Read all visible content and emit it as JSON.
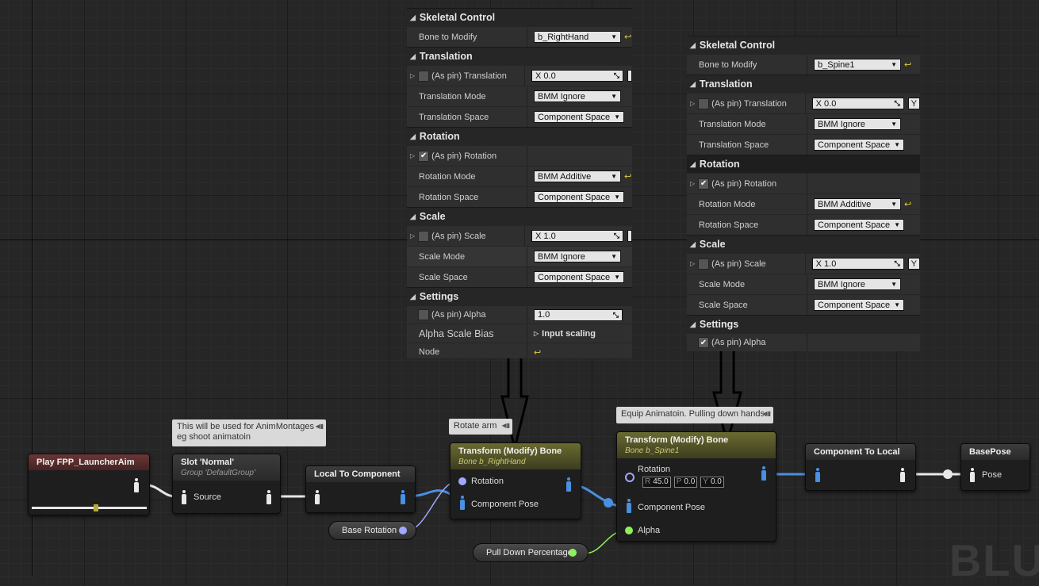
{
  "panel_left": {
    "sections": {
      "skeletal": "Skeletal Control",
      "translation": "Translation",
      "rotation": "Rotation",
      "scale": "Scale",
      "settings": "Settings"
    },
    "labels": {
      "bone_to_modify": "Bone to Modify",
      "as_pin_translation": "(As pin) Translation",
      "translation_mode": "Translation Mode",
      "translation_space": "Translation Space",
      "as_pin_rotation": "(As pin) Rotation",
      "rotation_mode": "Rotation Mode",
      "rotation_space": "Rotation Space",
      "as_pin_scale": "(As pin) Scale",
      "scale_mode": "Scale Mode",
      "scale_space": "Scale Space",
      "as_pin_alpha": "(As pin) Alpha",
      "alpha_scale_bias": "Alpha Scale Bias",
      "node": "Node"
    },
    "values": {
      "bone": "b_RightHand",
      "translation_x": "X  0.0",
      "translation_mode": "BMM Ignore",
      "translation_space": "Component Space",
      "rotation_mode": "BMM Additive",
      "rotation_space": "Component Space",
      "scale_x": "X  1.0",
      "scale_mode": "BMM Ignore",
      "scale_space": "Component Space",
      "alpha": "1.0",
      "input_scaling": "Input scaling"
    }
  },
  "panel_right": {
    "sections": {
      "skeletal": "Skeletal Control",
      "translation": "Translation",
      "rotation": "Rotation",
      "scale": "Scale",
      "settings": "Settings"
    },
    "labels": {
      "bone_to_modify": "Bone to Modify",
      "as_pin_translation": "(As pin) Translation",
      "translation_mode": "Translation Mode",
      "translation_space": "Translation Space",
      "as_pin_rotation": "(As pin) Rotation",
      "rotation_mode": "Rotation Mode",
      "rotation_space": "Rotation Space",
      "as_pin_scale": "(As pin) Scale",
      "scale_mode": "Scale Mode",
      "scale_space": "Scale Space",
      "as_pin_alpha": "(As pin) Alpha"
    },
    "values": {
      "bone": "b_Spine1",
      "translation_x": "X  0.0",
      "translation_y": "Y",
      "translation_mode": "BMM Ignore",
      "translation_space": "Component Space",
      "rotation_mode": "BMM Additive",
      "rotation_space": "Component Space",
      "scale_x": "X  1.0",
      "scale_y": "Y",
      "scale_mode": "BMM Ignore",
      "scale_space": "Component Space"
    }
  },
  "nodes": {
    "play": {
      "title": "Play FPP_LauncherAim",
      "progress": 0.56
    },
    "slot": {
      "title": "Slot 'Normal'",
      "group": "Group 'DefaultGroup'",
      "source": "Source",
      "comment": "This will be used for AnimMontages eg shoot animatoin"
    },
    "local_to_component": {
      "title": "Local To Component"
    },
    "transform1": {
      "title": "Transform (Modify) Bone",
      "bone": "Bone b_RightHand",
      "rotation": "Rotation",
      "component_pose": "Component Pose",
      "comment": "Rotate arm"
    },
    "transform2": {
      "title": "Transform (Modify) Bone",
      "bone": "Bone b_Spine1",
      "rotation": "Rotation",
      "component_pose": "Component Pose",
      "alpha": "Alpha",
      "r_label": "R",
      "r_value": "45.0",
      "p_label": "P",
      "p_value": "0.0",
      "y_label": "Y",
      "y_value": "0.0",
      "comment": "Equip Animatoin. Pulling down hands."
    },
    "component_to_local": {
      "title": "Component To Local"
    },
    "base_pose": {
      "title": "BasePose",
      "pose": "Pose"
    },
    "base_rotation": {
      "label": "Base Rotation"
    },
    "pull_down": {
      "label": "Pull Down Percentage"
    }
  },
  "watermark": "BLU",
  "colors": {
    "background": "#262626",
    "exec_wire": "#e8e8e8",
    "pose_wire": "#4a8fe0",
    "rotator_wire": "#a0a8ff",
    "float_wire": "#8ef05a",
    "reset_arrow": "#e0c93a"
  }
}
